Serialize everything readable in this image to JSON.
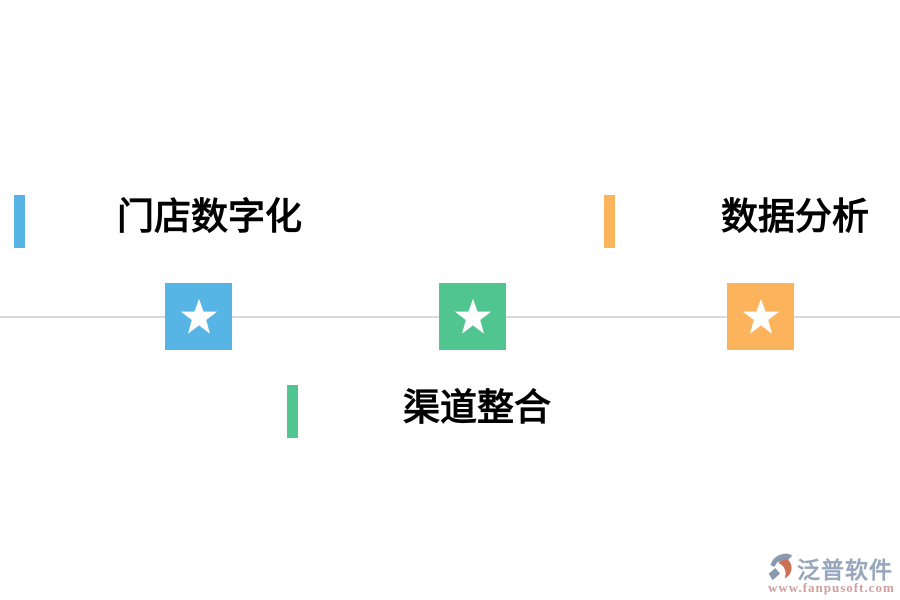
{
  "diagram": {
    "divider_color": "#d9d9d9",
    "features": [
      {
        "label": "门店数字化",
        "accent_color": "#57b5e6",
        "position": "top-left"
      },
      {
        "label": "数据分析",
        "accent_color": "#fbb45c",
        "position": "top-right"
      },
      {
        "label": "渠道整合",
        "accent_color": "#50c58f",
        "position": "bottom-center"
      }
    ],
    "markers": [
      {
        "icon": "star-icon",
        "color": "#57b5e6"
      },
      {
        "icon": "star-icon",
        "color": "#50c58f"
      },
      {
        "icon": "star-icon",
        "color": "#fbb45c"
      }
    ],
    "star_color": "#ffffff"
  },
  "footer": {
    "brand": "泛普软件",
    "url": "www.fanpusoft.com",
    "brand_color": "#97a6bc",
    "url_color": "#d09e9e",
    "logo_gray": "#8a99af",
    "logo_orange": "#cd6f52"
  }
}
